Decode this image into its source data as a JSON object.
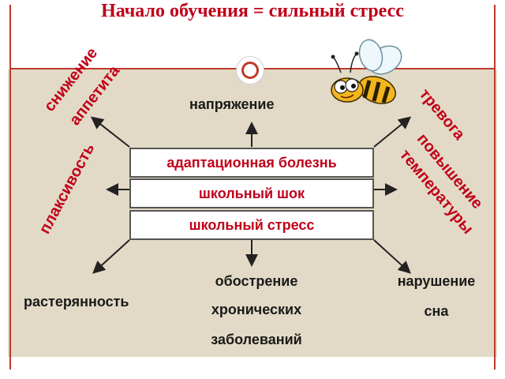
{
  "title": "Начало обучения = сильный стресс",
  "center_boxes": [
    "адаптационная болезнь",
    "школьный шок",
    "школьный стресс"
  ],
  "labels": {
    "top": "напряжение",
    "bottom_left": "растерянность",
    "bottom_center_1": "обострение",
    "bottom_center_2": "хронических",
    "bottom_center_3": "заболеваний",
    "bottom_right_1": "нарушение",
    "bottom_right_2": "сна"
  },
  "rotated_labels": {
    "left_top_1": "снижение",
    "left_top_2": "аппетита",
    "left_bottom": "плаксивость",
    "right_top": "тревога",
    "right_mid_1": "повышение",
    "right_mid_2": "температуры"
  },
  "colors": {
    "title": "#c0001a",
    "box_text": "#c0001a",
    "background": "#e2dac6",
    "accent_line": "#c0392b"
  },
  "icons": [
    "bee-icon",
    "ring-icon"
  ]
}
